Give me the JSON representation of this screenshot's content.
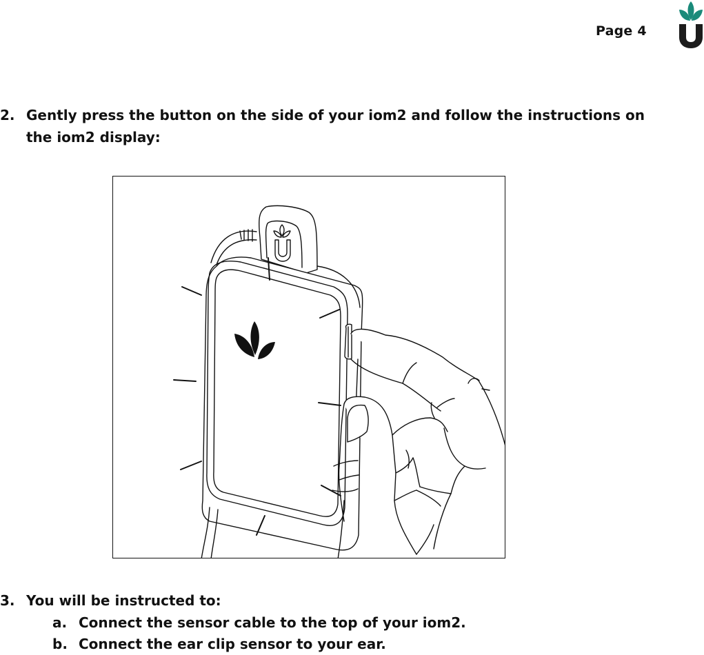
{
  "header": {
    "page_label": "Page 4",
    "logo": {
      "icon": "sprout-u-logo-icon",
      "leaf_color": "#1a8a7a",
      "u_color": "#1c1c1c"
    }
  },
  "steps": [
    {
      "number": "2.",
      "text": "Gently press the button on the side of your iom2 and follow the instructions on the iom2 display:"
    },
    {
      "number": "3.",
      "text": "You will be instructed to:",
      "substeps": [
        {
          "letter": "a.",
          "text": "Connect the sensor cable to the top of your iom2."
        },
        {
          "letter": "b.",
          "text": "Connect the ear clip sensor to your ear."
        }
      ]
    }
  ],
  "illustration": {
    "description": "Line drawing of a hand pressing the side button of the iom2 device, which has a sensor cable plugged into the top and a three-leaf logo on its front",
    "device_logo_icon": "three-leaf-icon",
    "connector_logo_icon": "sprout-u-logo-icon"
  }
}
